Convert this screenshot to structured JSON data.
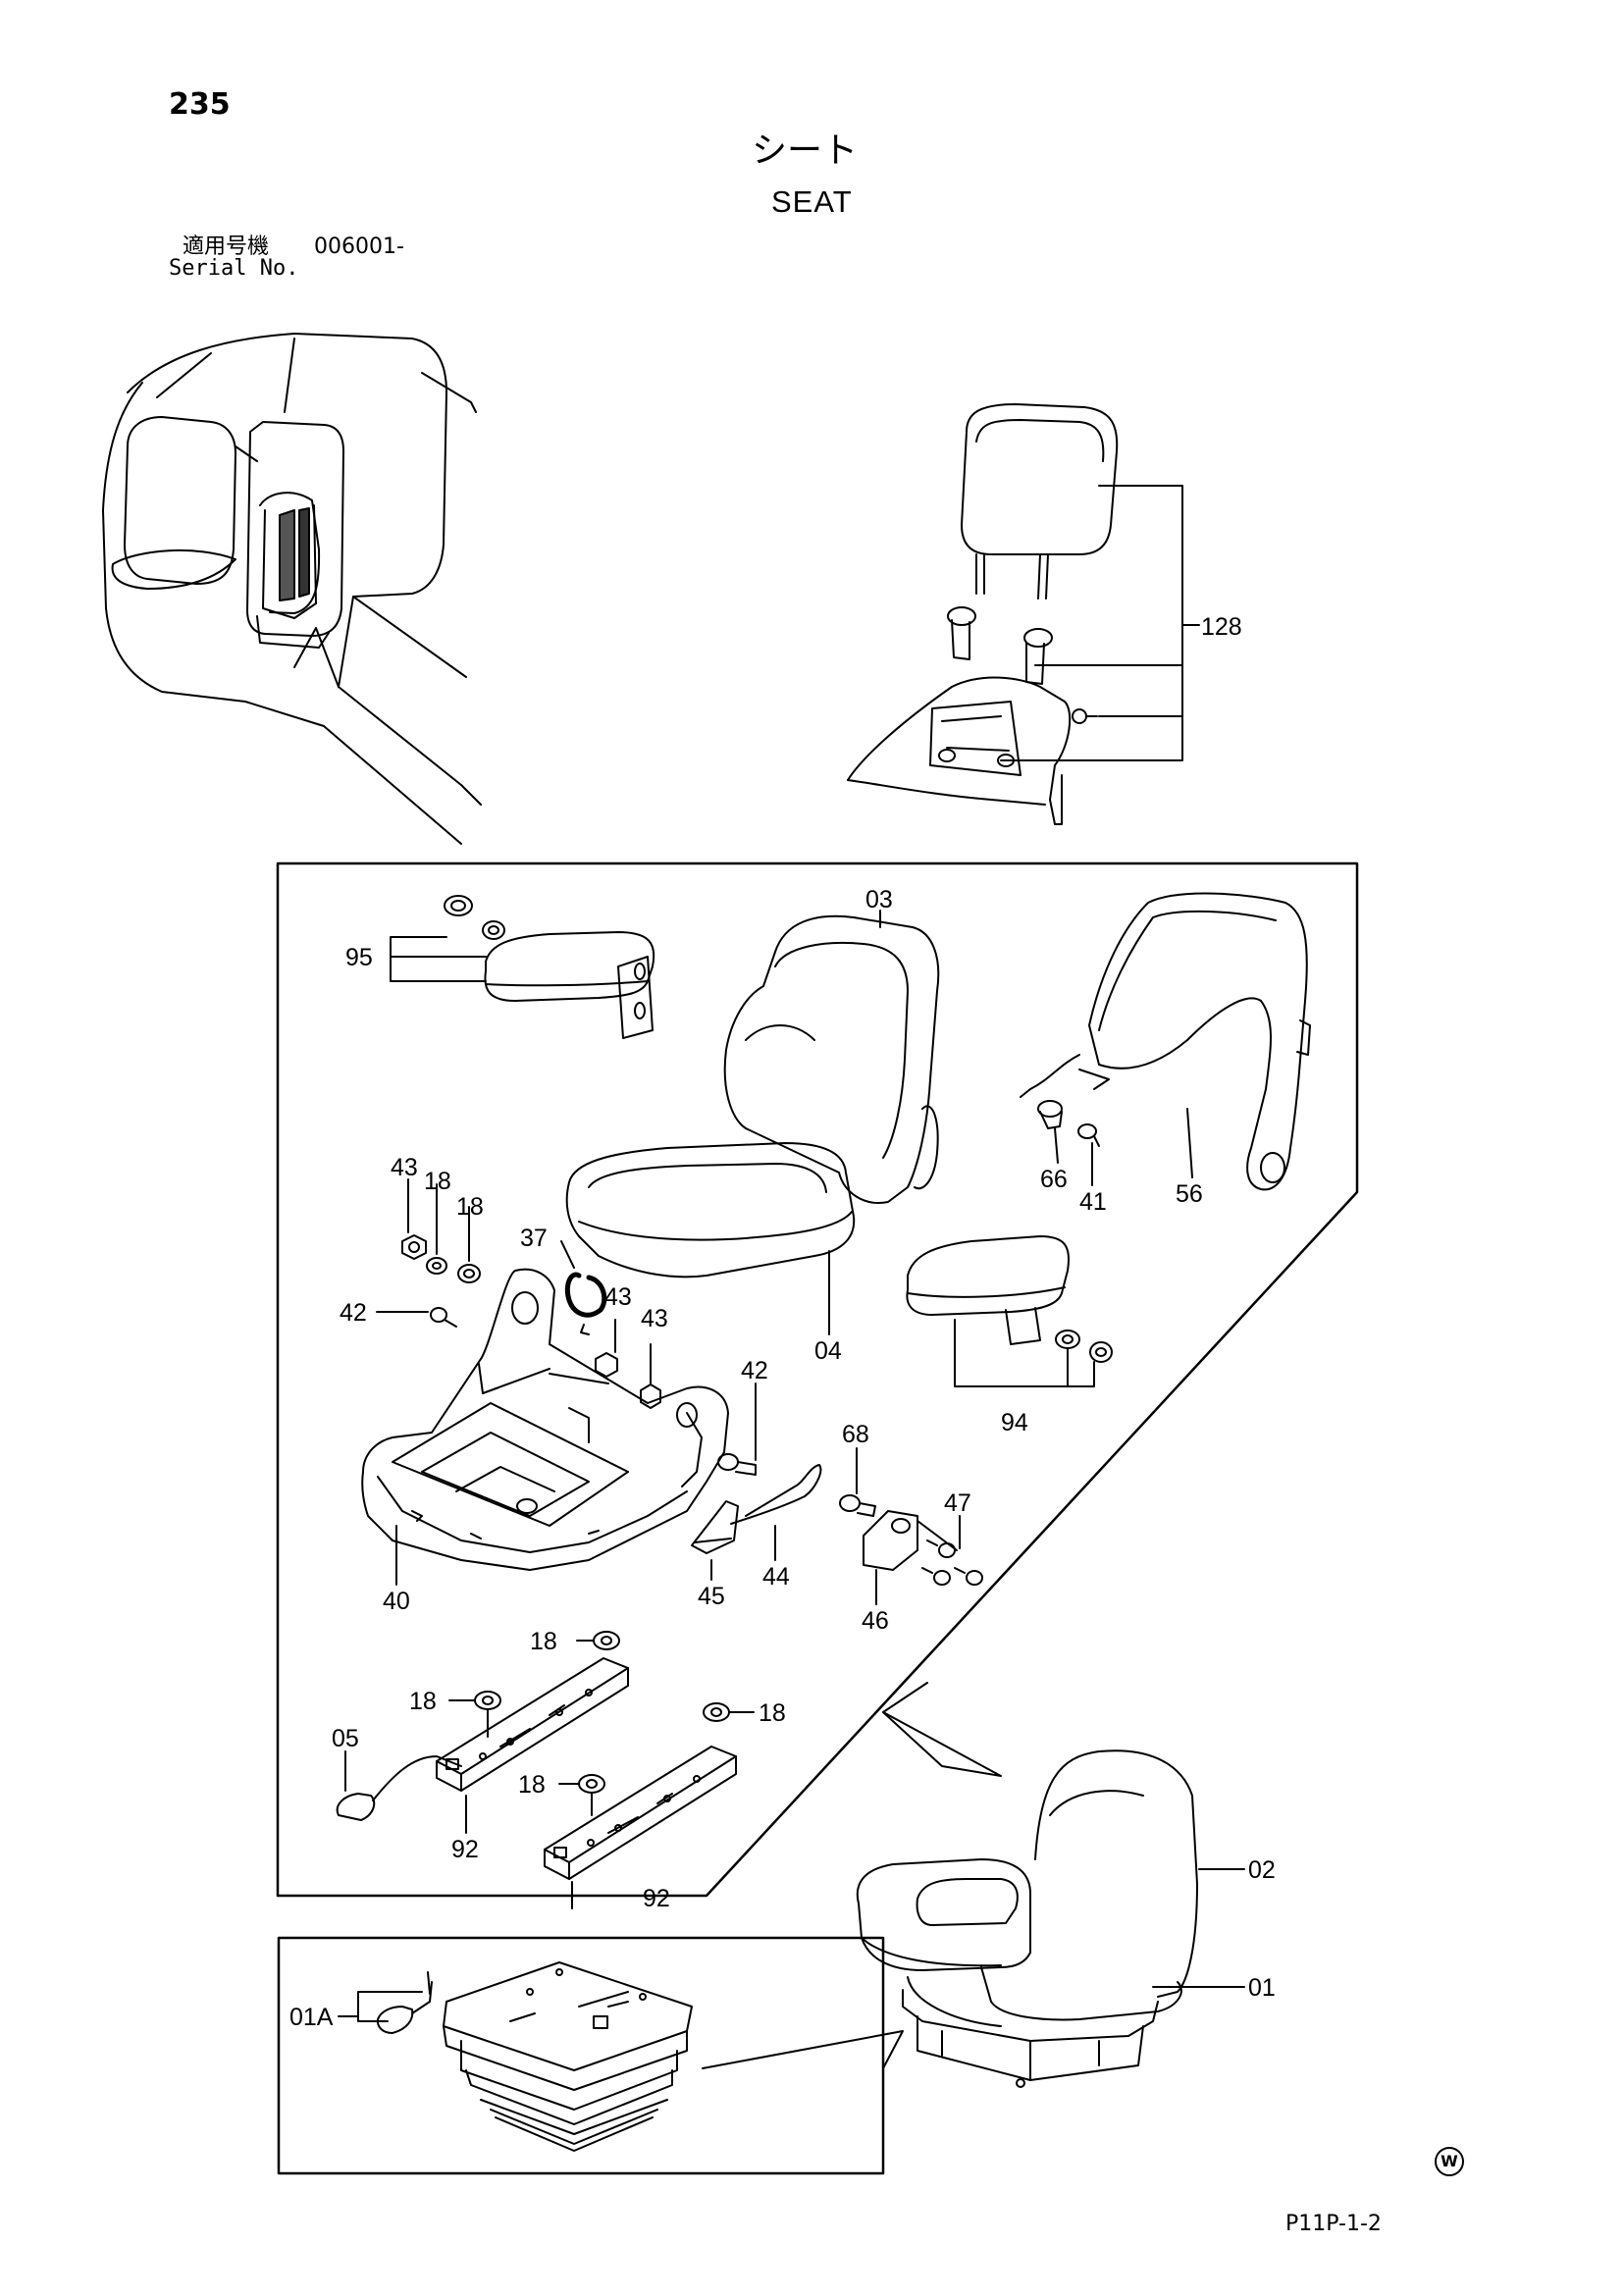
{
  "header": {
    "page_number": "235",
    "title_jp": "シート",
    "title_en": "SEAT",
    "serial_label_jp": "適用号機",
    "serial_value": "006001-",
    "serial_label_en": "Serial No."
  },
  "footer": {
    "reference_code": "P11P-1-2",
    "w_mark": "W"
  },
  "callouts": {
    "c128": "128",
    "c95": "95",
    "c03": "03",
    "c43a": "43",
    "c18a": "18",
    "c18b": "18",
    "c37": "37",
    "c42a": "42",
    "c43b": "43",
    "c43c": "43",
    "c04": "04",
    "c66": "66",
    "c41": "41",
    "c56": "56",
    "c94": "94",
    "c42b": "42",
    "c68": "68",
    "c47": "47",
    "c40": "40",
    "c45": "45",
    "c44": "44",
    "c46": "46",
    "c18c": "18",
    "c18d": "18",
    "c18e": "18",
    "c18f": "18",
    "c05": "05",
    "c92a": "92",
    "c92b": "92",
    "c02": "02",
    "c01": "01",
    "c01A": "01A"
  }
}
